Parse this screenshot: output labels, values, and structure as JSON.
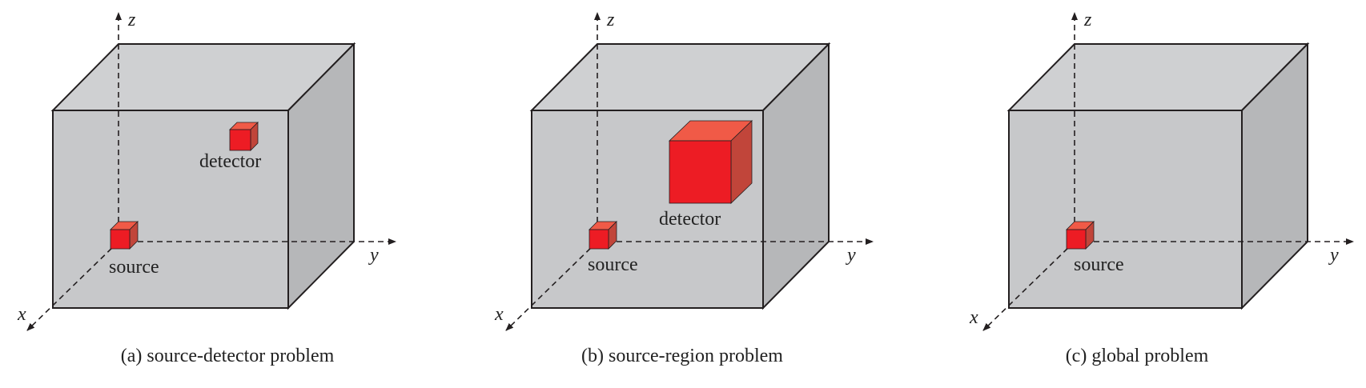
{
  "axes": {
    "x": "x",
    "y": "y",
    "z": "z"
  },
  "colors": {
    "face_front": "#c7c8ca",
    "face_top": "#cfd0d2",
    "face_side": "#b6b7b9",
    "edge": "#231f20",
    "object_front": "#ed1c24",
    "object_top": "#f05a47",
    "object_side": "#c1453a"
  },
  "panels": [
    {
      "caption": "(a) source-detector problem",
      "source_label": "source",
      "detector_label": "detector"
    },
    {
      "caption": "(b) source-region problem",
      "source_label": "source",
      "detector_label": "detector"
    },
    {
      "caption": "(c) global problem",
      "source_label": "source"
    }
  ]
}
